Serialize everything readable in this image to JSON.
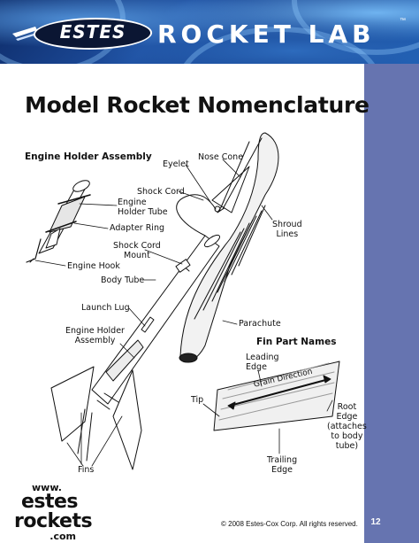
{
  "banner": {
    "logo": "ESTES",
    "title": "ROCKET LAB",
    "trademark": "™"
  },
  "page": {
    "title": "Model Rocket Nomenclature",
    "number": "12"
  },
  "sections": {
    "engine_holder_assembly": "Engine Holder Assembly",
    "fin_part_names": "Fin Part Names"
  },
  "labels": {
    "eyelet": "Eyelet",
    "nose_cone": "Nose Cone",
    "shock_cord": "Shock Cord",
    "engine_holder_tube": [
      "Engine",
      "Holder Tube"
    ],
    "shroud_lines": [
      "Shroud",
      "Lines"
    ],
    "adapter_ring": "Adapter Ring",
    "shock_cord_mount": [
      "Shock Cord",
      "Mount"
    ],
    "engine_hook": "Engine Hook",
    "body_tube": "Body Tube",
    "launch_lug": "Launch Lug",
    "parachute": "Parachute",
    "engine_holder_assembly": [
      "Engine Holder",
      "Assembly"
    ],
    "leading_edge": [
      "Leading",
      "Edge"
    ],
    "tip": "Tip",
    "grain_direction": "Grain Direction",
    "root_edge": [
      "Root",
      "Edge",
      "(attaches",
      "to body",
      "tube)"
    ],
    "trailing_edge": [
      "Trailing",
      "Edge"
    ],
    "fins": "Fins"
  },
  "footer": {
    "logo_www": "www.",
    "logo_estes": "estes",
    "logo_rockets": "rockets",
    "logo_com": ".com",
    "copyright": "© 2008 Estes-Cox Corp. All rights reserved."
  }
}
